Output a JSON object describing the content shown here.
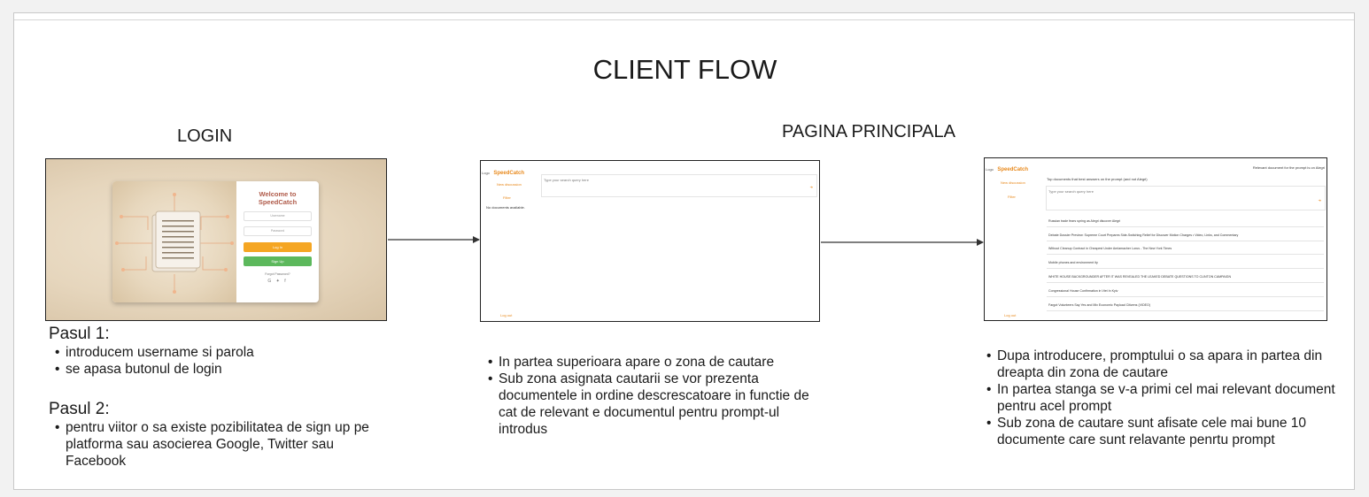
{
  "title": "CLIENT FLOW",
  "login": {
    "section_title": "LOGIN",
    "screenshot": {
      "welcome": "Welcome to SpeedCatch",
      "username_placeholder": "Username",
      "password_placeholder": "Password",
      "login_button": "Log In",
      "signup_button": "Sign Up",
      "forgot_link": "Forgot Password?",
      "social_icons": "G ✦ f"
    },
    "steps": [
      {
        "heading": "Pasul 1:",
        "bullets": [
          "introducem username si parola",
          "se apasa butonul  de login"
        ]
      },
      {
        "heading": "Pasul 2:",
        "bullets": [
          "pentru viitor o sa existe pozibilitatea de sign up pe platforma sau asocierea Google, Twitter sau Facebook"
        ]
      }
    ]
  },
  "main_page": {
    "section_title": "PAGINA PRINCIPALA",
    "screen_empty": {
      "logo": "Logo",
      "brand": "SpeedCatch",
      "new_discussion": "New discussion",
      "filter": "Filter",
      "no_documents": "No documents available.",
      "search_placeholder": "Type your search query here",
      "log_out": "Log out"
    },
    "screen_results": {
      "logo": "Logo",
      "brand": "SpeedCatch",
      "top_right": "Relevant document for the prompt is on Alegri",
      "new_discussion": "New discussion",
      "filter": "Filter",
      "prompt_text": "Top documents that best answers on the prompt (and not Alegri)",
      "search_placeholder": "Type your search query here",
      "log_out": "Log out",
      "results": [
        "Russian trade fears spring as Alegri discover Alegri",
        "Debate Dossier Preview: Supreme Court Prepares Side-Switching Relief for Discover Motion Charges • Video, Links, and Commentary",
        "Without Cleanup Contract in Cheapest Under Amlamacher Lorus - The New York Times",
        "Mobile phones and environment ity",
        "WHITE HOUSE BACKGROUNDER AFTER IT WAS REVEALED THE LEAKED DEBATE QUESTIONS TO CLINTON CAMPAIGN",
        "Congressional House Confirmation in Viet In Kyiv",
        "Fargot Volunteers Say Yes and Mix Economic Payload Citizens (VIDEO)"
      ]
    },
    "bullets_middle": [
      "In partea superioara apare o zona de cautare",
      "Sub zona asignata cautarii se vor prezenta documentele in ordine descrescatoare in functie de cat de relevant e documentul pentru prompt-ul introdus"
    ],
    "bullets_right": [
      "Dupa introducere, promptului o sa apara in partea din dreapta din zona de cautare",
      "In partea stanga se v-a primi cel mai relevant document pentru acel prompt",
      "Sub zona de cautare sunt afisate cele mai bune 10 documente care sunt relavante penrtu prompt"
    ]
  },
  "colors": {
    "brand_orange": "#e8891c",
    "login_button": "#f5a623",
    "signup_button": "#5cb85c",
    "welcome_text": "#b05b4a"
  }
}
